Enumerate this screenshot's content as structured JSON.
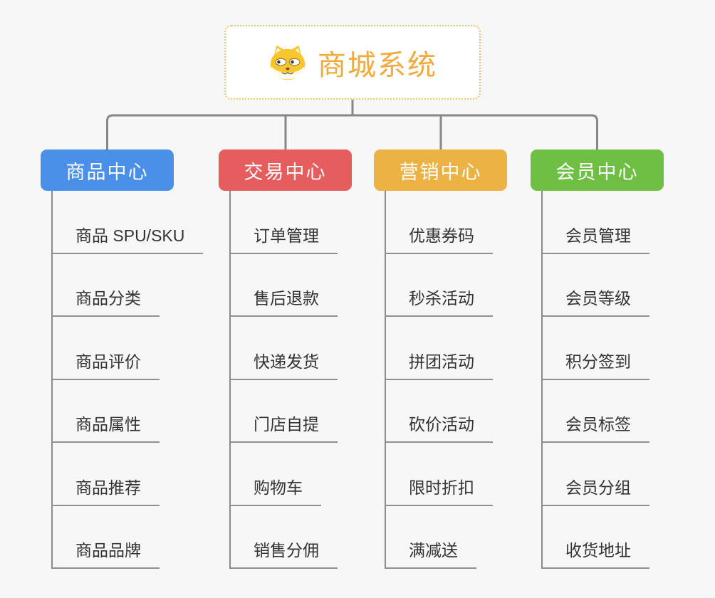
{
  "page": {
    "background_color": "#F7F7F7"
  },
  "root": {
    "label": "商城系统",
    "icon": "dog-face-icon",
    "text_color": "#F2A93D",
    "border_color": "#F3C373",
    "background_color": "#FFFFFF"
  },
  "connector": {
    "color": "#878787"
  },
  "branches": [
    {
      "id": "product-center",
      "label": "商品中心",
      "color": "#4B90E8",
      "children": [
        "商品 SPU/SKU",
        "商品分类",
        "商品评价",
        "商品属性",
        "商品推荐",
        "商品品牌"
      ]
    },
    {
      "id": "trade-center",
      "label": "交易中心",
      "color": "#E65D5D",
      "children": [
        "订单管理",
        "售后退款",
        "快递发货",
        "门店自提",
        "购物车",
        "销售分佣"
      ]
    },
    {
      "id": "marketing-center",
      "label": "营销中心",
      "color": "#ECB244",
      "children": [
        "优惠券码",
        "秒杀活动",
        "拼团活动",
        "砍价活动",
        "限时折扣",
        "满减送"
      ]
    },
    {
      "id": "member-center",
      "label": "会员中心",
      "color": "#6EBF43",
      "children": [
        "会员管理",
        "会员等级",
        "积分签到",
        "会员标签",
        "会员分组",
        "收货地址"
      ]
    }
  ]
}
